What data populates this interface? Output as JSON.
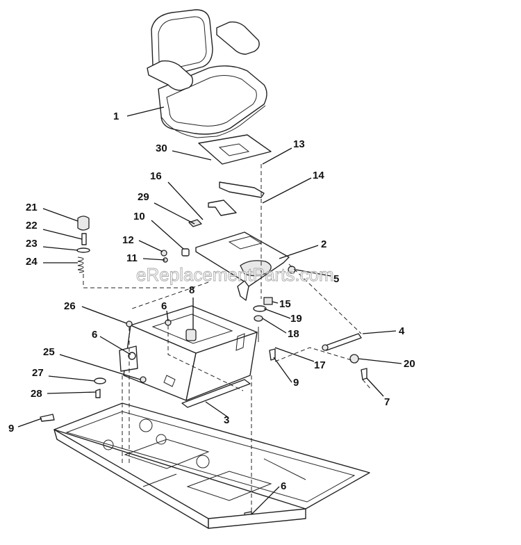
{
  "watermark": "eReplacementParts.com",
  "callouts": [
    {
      "id": "c1",
      "label": "1"
    },
    {
      "id": "c30",
      "label": "30"
    },
    {
      "id": "c13",
      "label": "13"
    },
    {
      "id": "c16",
      "label": "16"
    },
    {
      "id": "c14",
      "label": "14"
    },
    {
      "id": "c21",
      "label": "21"
    },
    {
      "id": "c29",
      "label": "29"
    },
    {
      "id": "c22",
      "label": "22"
    },
    {
      "id": "c10",
      "label": "10"
    },
    {
      "id": "c23",
      "label": "23"
    },
    {
      "id": "c12",
      "label": "12"
    },
    {
      "id": "c2",
      "label": "2"
    },
    {
      "id": "c24",
      "label": "24"
    },
    {
      "id": "c11",
      "label": "11"
    },
    {
      "id": "c5",
      "label": "5"
    },
    {
      "id": "c8",
      "label": "8"
    },
    {
      "id": "c26",
      "label": "26"
    },
    {
      "id": "c6a",
      "label": "6"
    },
    {
      "id": "c15",
      "label": "15"
    },
    {
      "id": "c19",
      "label": "19"
    },
    {
      "id": "c4",
      "label": "4"
    },
    {
      "id": "c6b",
      "label": "6"
    },
    {
      "id": "c18",
      "label": "18"
    },
    {
      "id": "c25",
      "label": "25"
    },
    {
      "id": "c17",
      "label": "17"
    },
    {
      "id": "c20",
      "label": "20"
    },
    {
      "id": "c27",
      "label": "27"
    },
    {
      "id": "c9a",
      "label": "9"
    },
    {
      "id": "c28",
      "label": "28"
    },
    {
      "id": "c7",
      "label": "7"
    },
    {
      "id": "c3",
      "label": "3"
    },
    {
      "id": "c9b",
      "label": "9"
    },
    {
      "id": "c6c",
      "label": "6"
    }
  ]
}
